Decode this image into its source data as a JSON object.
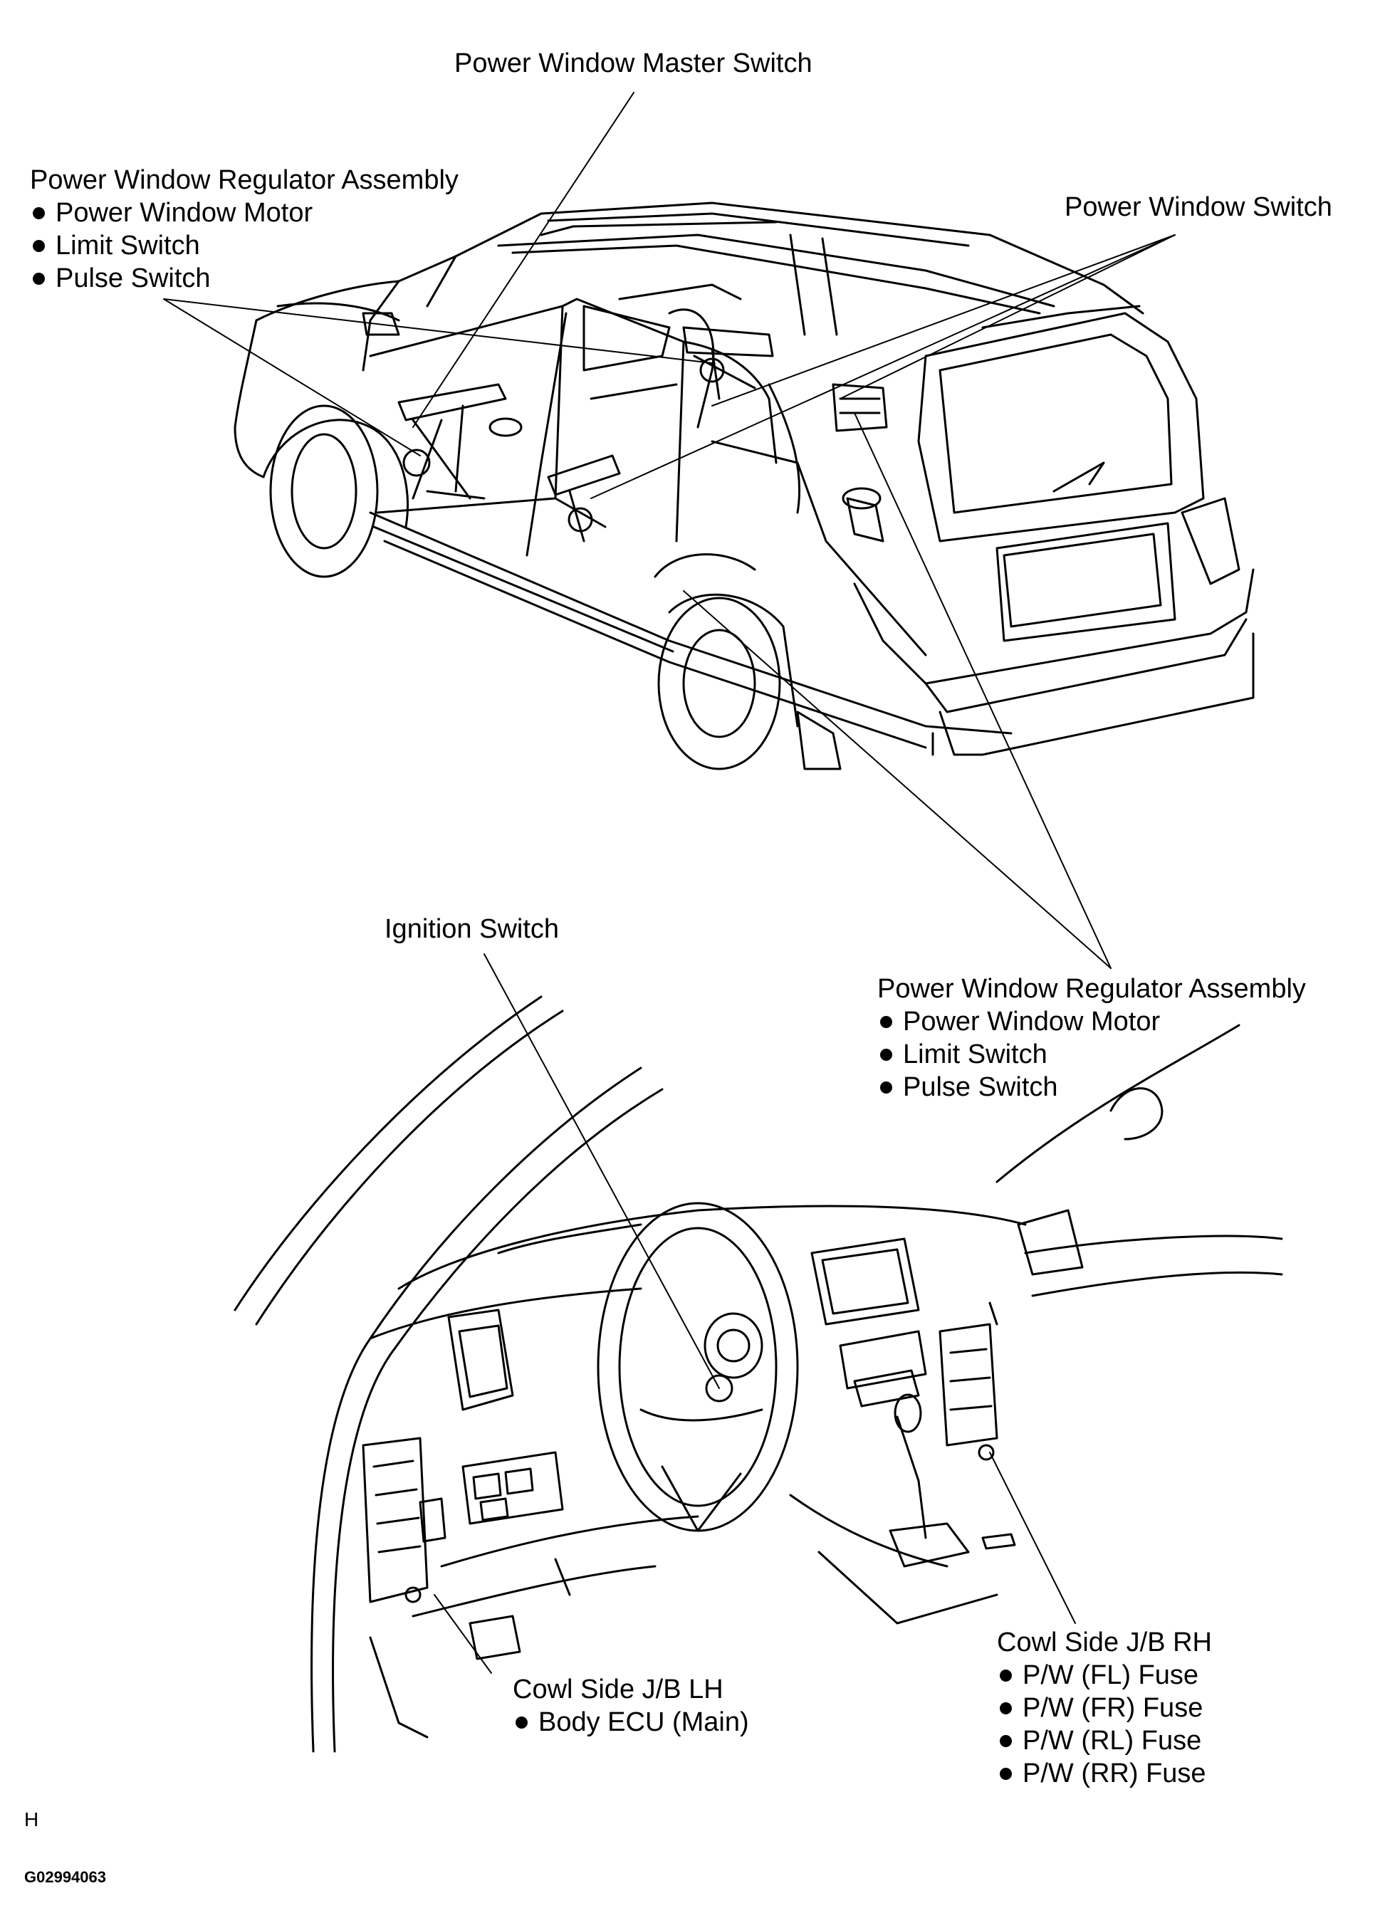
{
  "labels": {
    "master_switch": "Power Window Master Switch",
    "regulator_left": {
      "title": "Power Window Regulator Assembly",
      "items": [
        "Power Window Motor",
        "Limit Switch",
        "Pulse Switch"
      ]
    },
    "window_switch": "Power Window Switch",
    "ignition_switch": "Ignition Switch",
    "regulator_right": {
      "title": "Power Window Regulator Assembly",
      "items": [
        "Power Window Motor",
        "Limit Switch",
        "Pulse Switch"
      ]
    },
    "cowl_lh": {
      "title": "Cowl Side J/B LH",
      "items": [
        "Body ECU (Main)"
      ]
    },
    "cowl_rh": {
      "title": "Cowl Side J/B RH",
      "items": [
        "P/W (FL) Fuse",
        "P/W (FR) Fuse",
        "P/W (RL) Fuse",
        "P/W (RR) Fuse"
      ]
    }
  },
  "footer": {
    "view_code": "H",
    "figure_id": "G02994063"
  }
}
